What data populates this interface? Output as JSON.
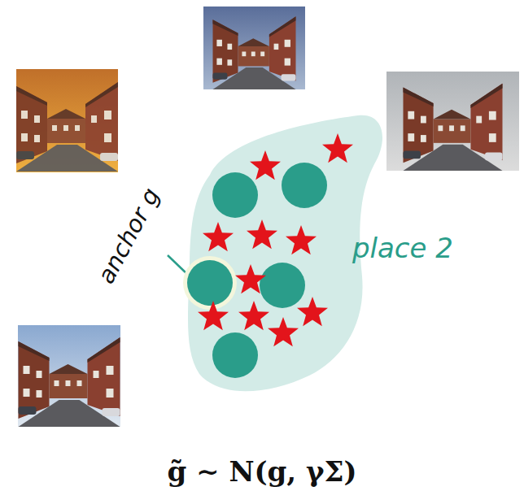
{
  "diagram": {
    "nodes": [
      {
        "text": [
          "place 2"
        ]
      }
    ],
    "labels": [
      "anchor g",
      "g̃ ∼ N(g, γΣ)"
    ]
  }
}
